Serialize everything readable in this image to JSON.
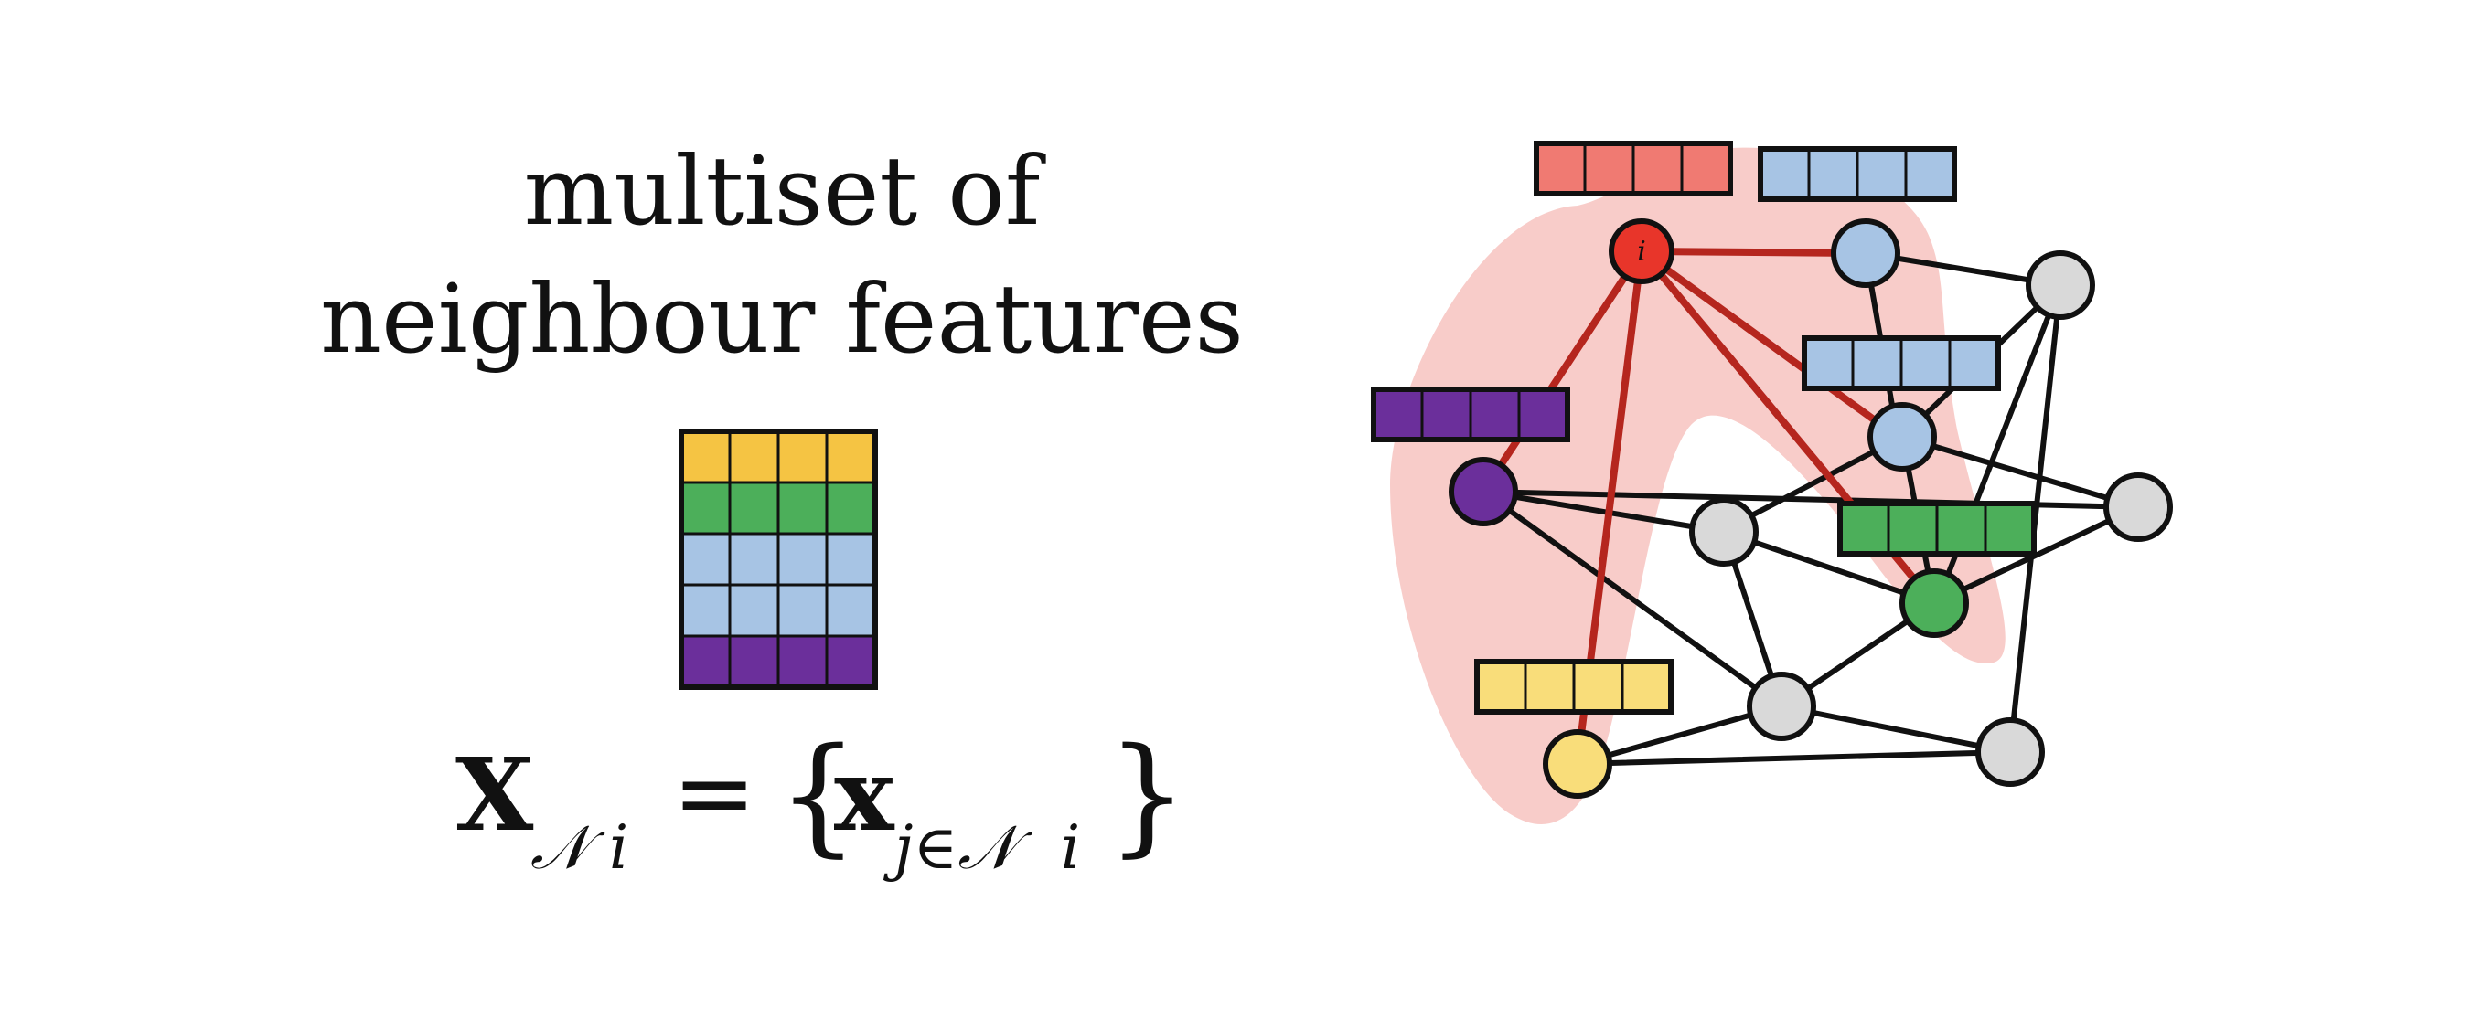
{
  "title": {
    "line1": "multiset of",
    "line2": "neighbour features"
  },
  "equation": {
    "lhs_symbol": "X",
    "lhs_sub": "𝒩",
    "lhs_sub_index": "i",
    "equals": "=",
    "open_brace": "{",
    "rhs_symbol": "x",
    "rhs_sub": "j∈𝒩",
    "rhs_sub_index": "i",
    "close_brace": "}"
  },
  "graph": {
    "center_label": "i"
  },
  "colors": {
    "red": "#e8352a",
    "red_feature": "#f07a72",
    "highlight": "#f8c9c6",
    "blue": "#a7c4e4",
    "green": "#4caf5a",
    "purple": "#6b2f9b",
    "yellow": "#f9dd7a",
    "yellow_matrix": "#f5c443",
    "gray": "#d9d9d9",
    "edge_red": "#b5261e",
    "edge_black": "#111111"
  },
  "matrix_rows": [
    "yellow",
    "green",
    "blue",
    "blue",
    "purple"
  ]
}
